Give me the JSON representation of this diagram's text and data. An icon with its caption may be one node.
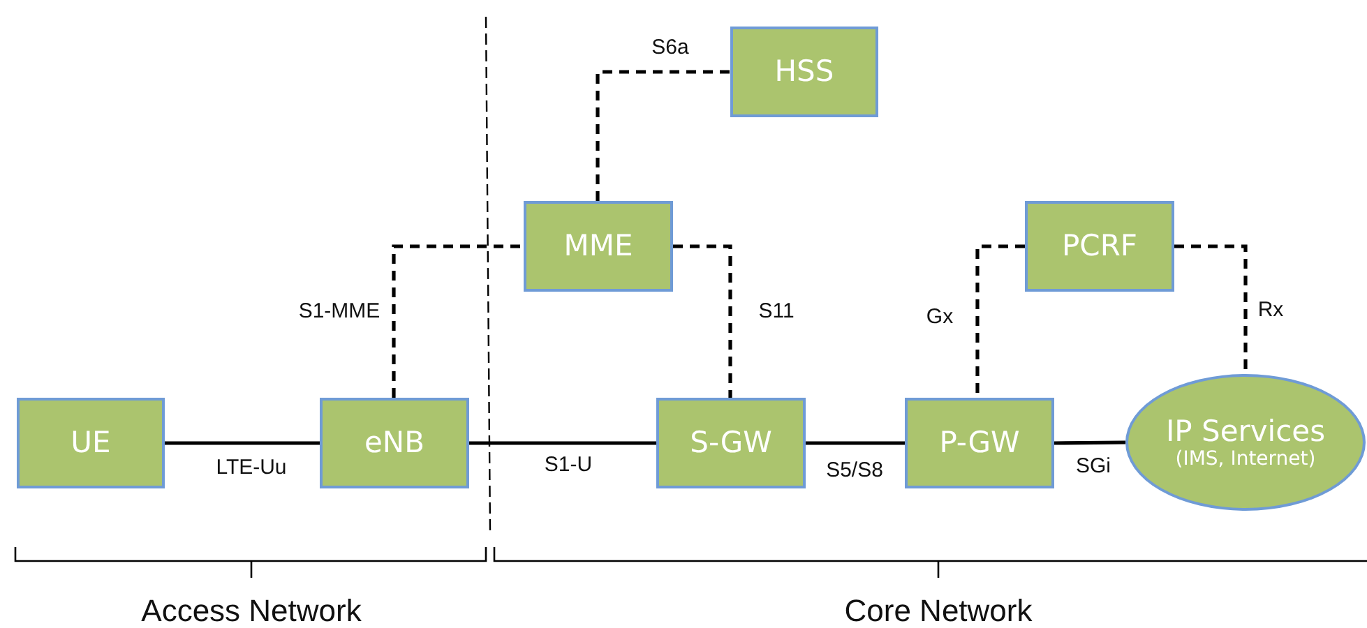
{
  "diagram": {
    "nodes": [
      {
        "text": [
          "HSS"
        ]
      },
      {
        "text": [
          "MME"
        ]
      },
      {
        "text": [
          "PCRF"
        ]
      },
      {
        "text": [
          "UE"
        ]
      },
      {
        "text": [
          "eNB"
        ]
      },
      {
        "text": [
          "S-GW"
        ]
      },
      {
        "text": [
          "P-GW"
        ]
      },
      {
        "text": [
          "IP Services",
          "(IMS, Internet)"
        ]
      }
    ],
    "edges": [
      {
        "from": 3,
        "to": 4,
        "arrow": "none",
        "label": "LTE-Uu"
      },
      {
        "from": 4,
        "to": 5,
        "arrow": "none",
        "label": "S1-U"
      },
      {
        "from": 5,
        "to": 6,
        "arrow": "none",
        "label": "S5/S8"
      },
      {
        "from": 6,
        "to": 7,
        "arrow": "none",
        "label": "SGi"
      },
      {
        "from": 4,
        "to": 1,
        "arrow": "none",
        "label": "S1-MME",
        "style": "dashed"
      },
      {
        "from": 1,
        "to": 0,
        "arrow": "none",
        "label": "S6a",
        "style": "dashed"
      },
      {
        "from": 1,
        "to": 5,
        "arrow": "none",
        "label": "S11",
        "style": "dashed"
      },
      {
        "from": 2,
        "to": 6,
        "arrow": "none",
        "label": "Gx",
        "style": "dashed"
      },
      {
        "from": 2,
        "to": 7,
        "arrow": "none",
        "label": "Rx",
        "style": "dashed"
      }
    ],
    "labels": [
      "Access Network",
      "Core Network"
    ]
  }
}
